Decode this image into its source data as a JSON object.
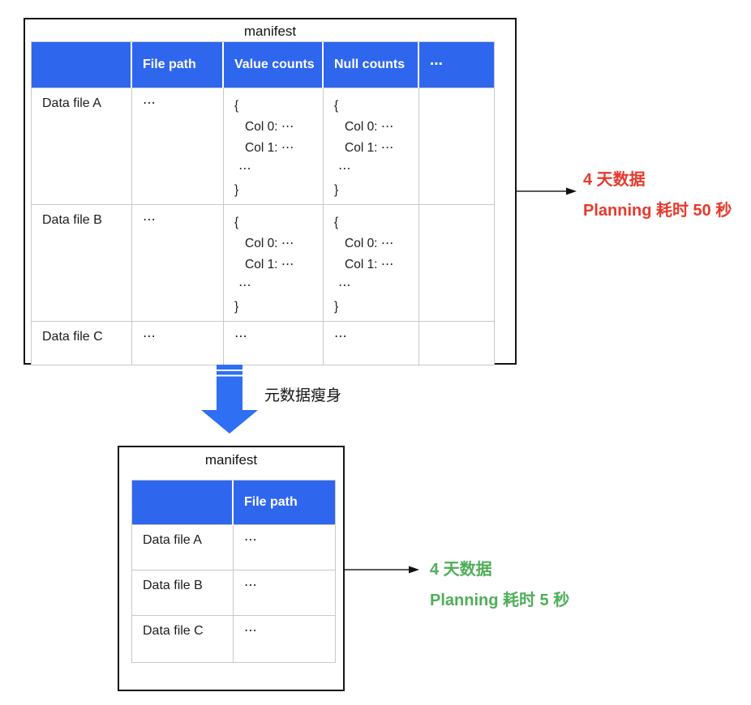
{
  "colors": {
    "header_bg": "#2f66ee",
    "arrow_blue": "#2e6ff3",
    "annotation_red": "#e8392c",
    "annotation_green": "#4fae58",
    "grid": "#c9c9c9",
    "box_border": "#141414"
  },
  "before": {
    "title": "manifest",
    "columns": [
      "",
      "File path",
      "Value counts",
      "Null counts",
      "⋯"
    ],
    "rows": [
      {
        "name": "Data file A",
        "file_path": "⋯",
        "value_counts": [
          "{",
          "Col 0: ⋯",
          "Col 1: ⋯",
          "⋯",
          "}"
        ],
        "null_counts": [
          "{",
          "Col 0: ⋯",
          "Col 1: ⋯",
          "⋯",
          "}"
        ],
        "more": ""
      },
      {
        "name": "Data file B",
        "file_path": "⋯",
        "value_counts": [
          "{",
          "Col 0: ⋯",
          "Col 1: ⋯",
          "⋯",
          "}"
        ],
        "null_counts": [
          "{",
          "Col 0: ⋯",
          "Col 1: ⋯",
          "⋯",
          "}"
        ],
        "more": ""
      },
      {
        "name": "Data file C",
        "file_path": "⋯",
        "value_counts": "⋯",
        "null_counts": "⋯",
        "more": ""
      }
    ],
    "annotation": {
      "line1": "4 天数据",
      "line2": "Planning 耗时 50 秒"
    }
  },
  "transform": {
    "label": "元数据瘦身"
  },
  "after": {
    "title": "manifest",
    "columns": [
      "",
      "File path"
    ],
    "rows": [
      {
        "name": "Data file A",
        "file_path": "⋯"
      },
      {
        "name": "Data file B",
        "file_path": "⋯"
      },
      {
        "name": "Data file C",
        "file_path": "⋯"
      }
    ],
    "annotation": {
      "line1": "4 天数据",
      "line2": "Planning 耗时 5 秒"
    }
  }
}
